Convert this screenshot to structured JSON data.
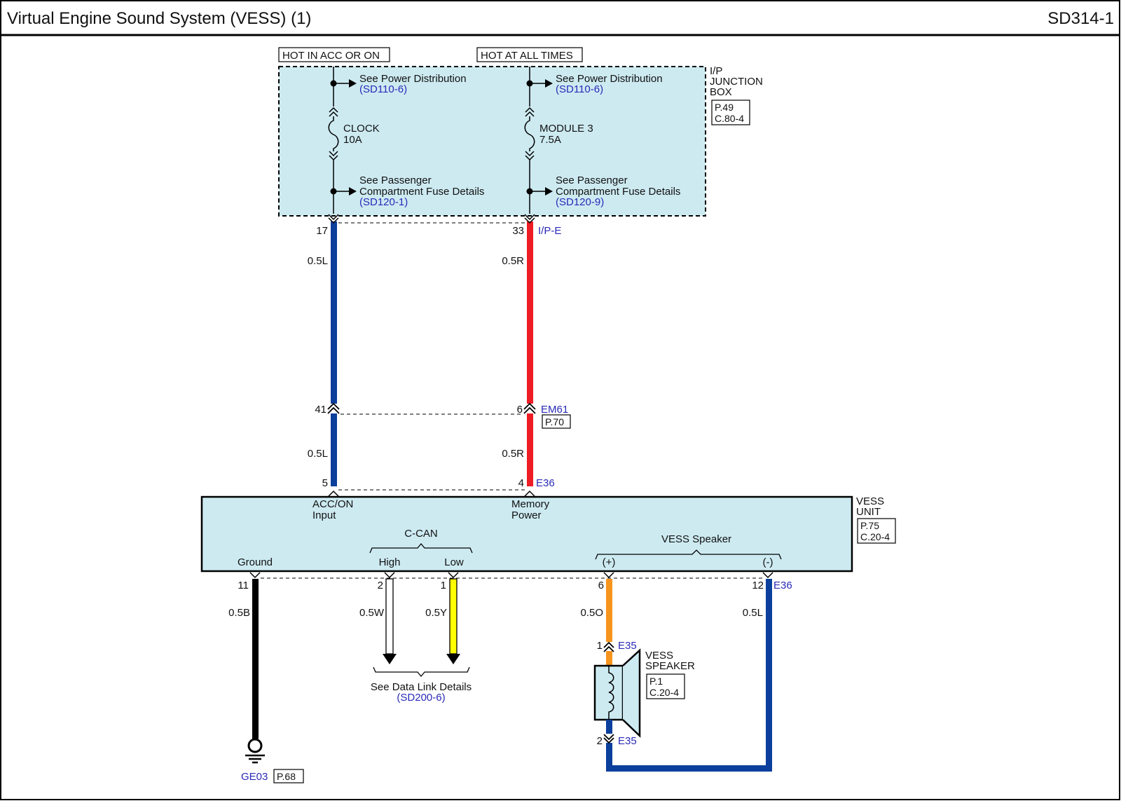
{
  "header": {
    "title": "Virtual Engine Sound System (VESS) (1)",
    "code": "SD314-1"
  },
  "colors": {
    "panel": "#cdeaf1",
    "wire_blue": "#0b3f9c",
    "wire_red": "#ee1c24",
    "wire_orange": "#f7941d",
    "wire_yellow": "#ffff00",
    "wire_black": "#000000",
    "wire_white": "#ffffff",
    "ref_text": "#2a2ab8"
  },
  "junction_box": {
    "label_line1": "I/P",
    "label_line2": "JUNCTION",
    "label_line3": "BOX",
    "ref_line1": "P.49",
    "ref_line2": "C.80-4",
    "hot_left": "HOT IN ACC OR ON",
    "hot_right": "HOT AT ALL TIMES",
    "left_fuse": {
      "name": "CLOCK",
      "rating": "10A"
    },
    "right_fuse": {
      "name": "MODULE 3",
      "rating": "7.5A"
    },
    "see_power_text": "See Power Distribution",
    "see_power_ref_left": "(SD110-6)",
    "see_power_ref_right": "(SD110-6)",
    "see_passenger_line1": "See Passenger",
    "see_passenger_line2": "Compartment Fuse Details",
    "see_passenger_ref_left": "(SD120-1)",
    "see_passenger_ref_right": "(SD120-9)"
  },
  "connectors": {
    "ipe": {
      "name": "I/P-E",
      "pin_left": "17",
      "pin_right": "33"
    },
    "em61": {
      "name": "EM61",
      "ref": "P.70",
      "pin_left": "41",
      "pin_right": "6"
    },
    "e36_top": {
      "name": "E36",
      "pin_left": "5",
      "pin_right": "4"
    },
    "e36_bottom": {
      "name": "E36",
      "pin_ground": "11",
      "pin_high": "2",
      "pin_low": "1",
      "pin_plus": "6",
      "pin_minus": "12"
    },
    "e35_top": {
      "name": "E35",
      "pin": "1"
    },
    "e35_bottom": {
      "name": "E35",
      "pin": "2"
    }
  },
  "wires": {
    "upper_left": "0.5L",
    "upper_right": "0.5R",
    "middle_left": "0.5L",
    "middle_right": "0.5R",
    "ground": "0.5B",
    "high": "0.5W",
    "low": "0.5Y",
    "plus": "0.5O",
    "minus": "0.5L"
  },
  "vess_unit": {
    "label_line1": "VESS",
    "label_line2": "UNIT",
    "ref_line1": "P.75",
    "ref_line2": "C.20-4",
    "acc_line1": "ACC/ON",
    "acc_line2": "Input",
    "mem_line1": "Memory",
    "mem_line2": "Power",
    "ccan": "C-CAN",
    "high": "High",
    "low": "Low",
    "ground": "Ground",
    "speaker_group": "VESS Speaker",
    "plus": "(+)",
    "minus": "(-)"
  },
  "data_link": {
    "line1": "See Data Link Details",
    "ref": "(SD200-6)"
  },
  "speaker": {
    "label_line1": "VESS",
    "label_line2": "SPEAKER",
    "ref_line1": "P.1",
    "ref_line2": "C.20-4"
  },
  "ground_point": {
    "name": "GE03",
    "ref": "P.68"
  }
}
